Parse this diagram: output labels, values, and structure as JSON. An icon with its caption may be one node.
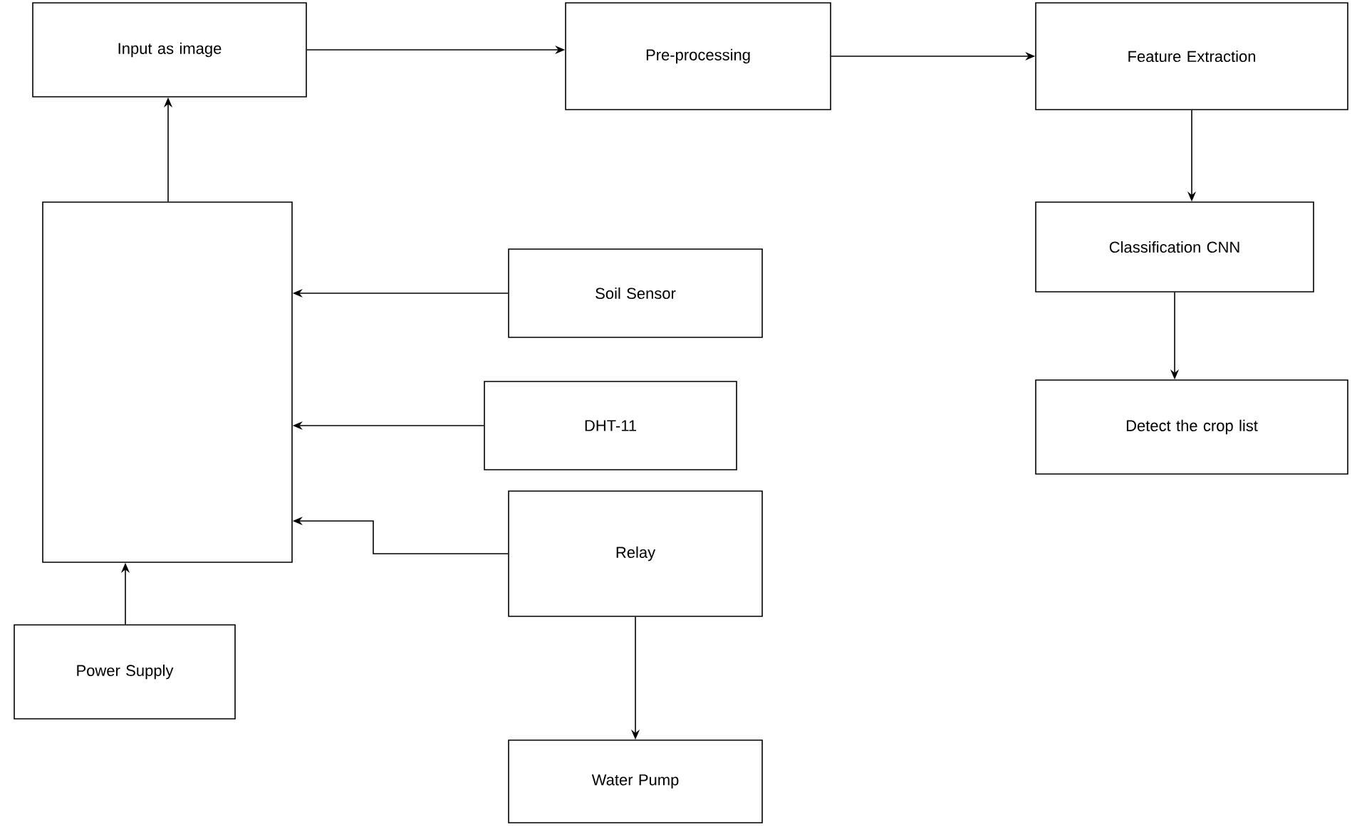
{
  "diagram": {
    "nodes": [
      {
        "text": [
          "Input as image"
        ]
      },
      {
        "text": [
          "Pre-processing"
        ]
      },
      {
        "text": [
          "Feature Extraction"
        ]
      },
      {
        "text": [
          "Classification CNN"
        ]
      },
      {
        "text": [
          "Detect the crop list"
        ]
      },
      {
        "text": [],
        "shape": "box"
      },
      {
        "text": [
          "Soil Sensor"
        ]
      },
      {
        "text": [
          "DHT-11"
        ]
      },
      {
        "text": [
          "Relay"
        ]
      },
      {
        "text": [
          "Power Supply"
        ]
      },
      {
        "text": [
          "Water Pump"
        ]
      }
    ],
    "edges": [
      {
        "from": 0,
        "to": 1,
        "arrow": "to"
      },
      {
        "from": 1,
        "to": 2,
        "arrow": "to"
      },
      {
        "from": 2,
        "to": 3,
        "arrow": "to"
      },
      {
        "from": 3,
        "to": 4,
        "arrow": "to"
      },
      {
        "from": 5,
        "to": 0,
        "arrow": "to"
      },
      {
        "from": 6,
        "to": 5,
        "arrow": "to"
      },
      {
        "from": 7,
        "to": 5,
        "arrow": "to"
      },
      {
        "from": 8,
        "to": 5,
        "arrow": "to"
      },
      {
        "from": 9,
        "to": 5,
        "arrow": "to"
      },
      {
        "from": 8,
        "to": 10,
        "arrow": "to"
      }
    ]
  }
}
